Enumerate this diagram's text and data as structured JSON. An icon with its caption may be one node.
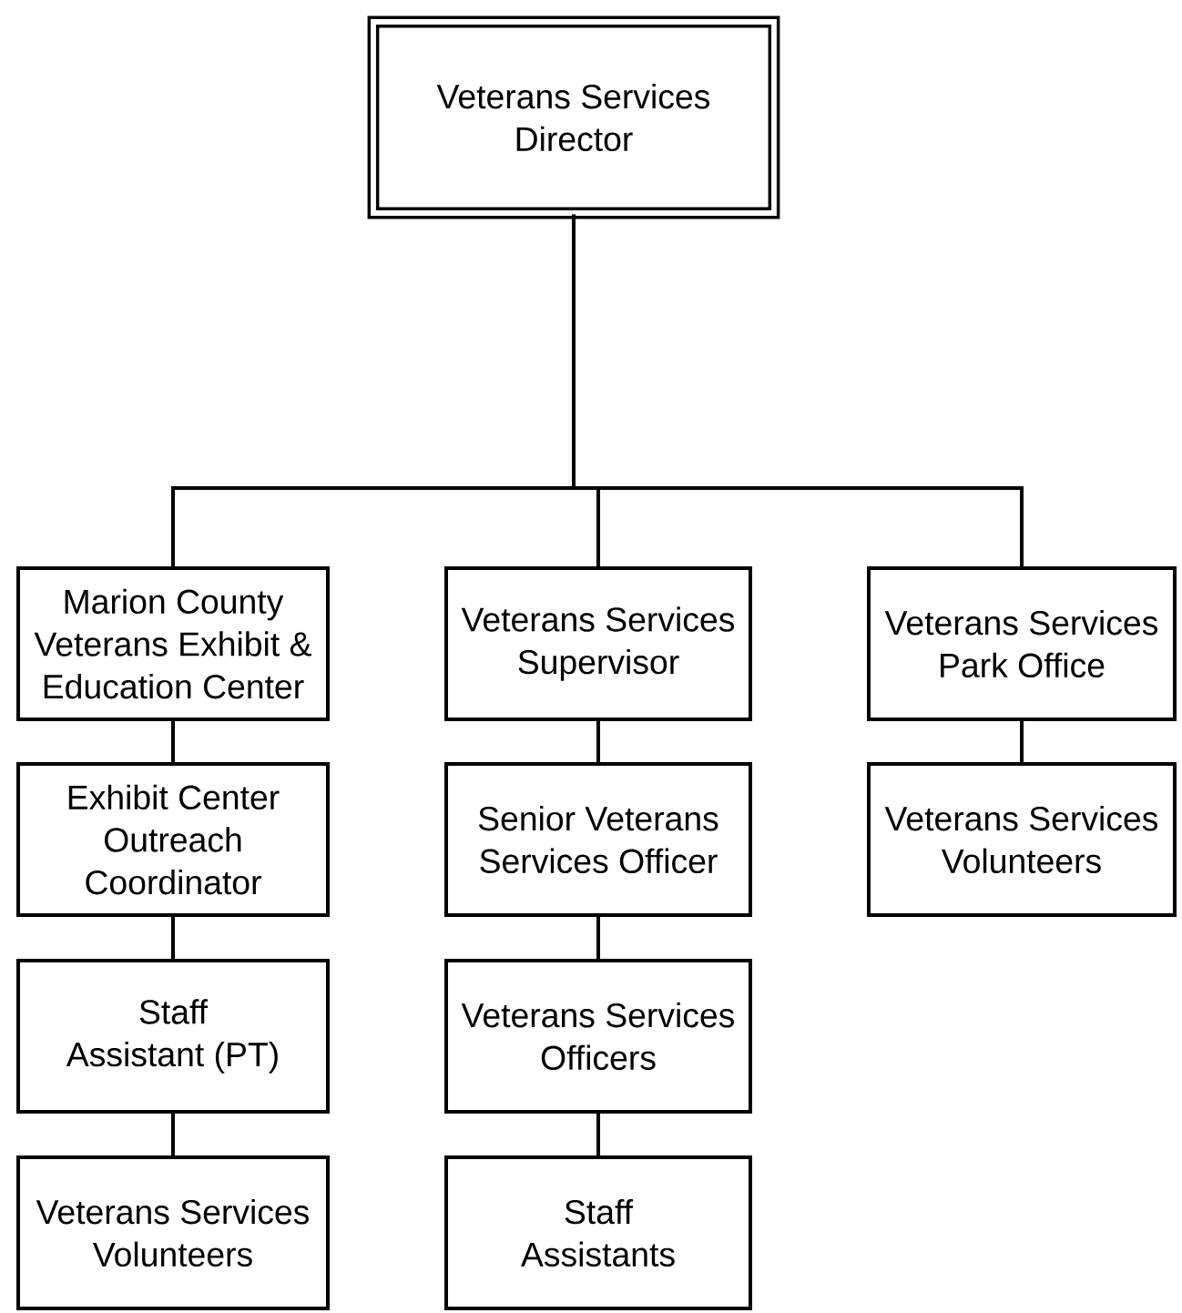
{
  "diagram": {
    "nodes": [
      {
        "text": [
          "Veterans Services Director"
        ]
      },
      {
        "text": [
          "Marion County Veterans Exhibit & Education Center"
        ]
      },
      {
        "text": [
          "Veterans Services Supervisor"
        ]
      },
      {
        "text": [
          "Veterans Services Park Office"
        ]
      },
      {
        "text": [
          "Exhibit Center Outreach Coordinator"
        ]
      },
      {
        "text": [
          "Senior Veterans Services Officer"
        ]
      },
      {
        "text": [
          "Veterans Services Volunteers"
        ]
      },
      {
        "text": [
          "Staff Assistant (PT)"
        ]
      },
      {
        "text": [
          "Veterans Services Officers"
        ]
      },
      {
        "text": [
          "Veterans Services Volunteers"
        ]
      },
      {
        "text": [
          "Staff Assistants"
        ]
      }
    ],
    "edges": [
      {
        "from": 0,
        "to": 1,
        "arrow": "none"
      },
      {
        "from": 0,
        "to": 2,
        "arrow": "none"
      },
      {
        "from": 0,
        "to": 3,
        "arrow": "none"
      },
      {
        "from": 1,
        "to": 4,
        "arrow": "none"
      },
      {
        "from": 4,
        "to": 7,
        "arrow": "none"
      },
      {
        "from": 7,
        "to": 9,
        "arrow": "none"
      },
      {
        "from": 2,
        "to": 5,
        "arrow": "none"
      },
      {
        "from": 5,
        "to": 8,
        "arrow": "none"
      },
      {
        "from": 8,
        "to": 10,
        "arrow": "none"
      },
      {
        "from": 3,
        "to": 6,
        "arrow": "none"
      }
    ]
  }
}
